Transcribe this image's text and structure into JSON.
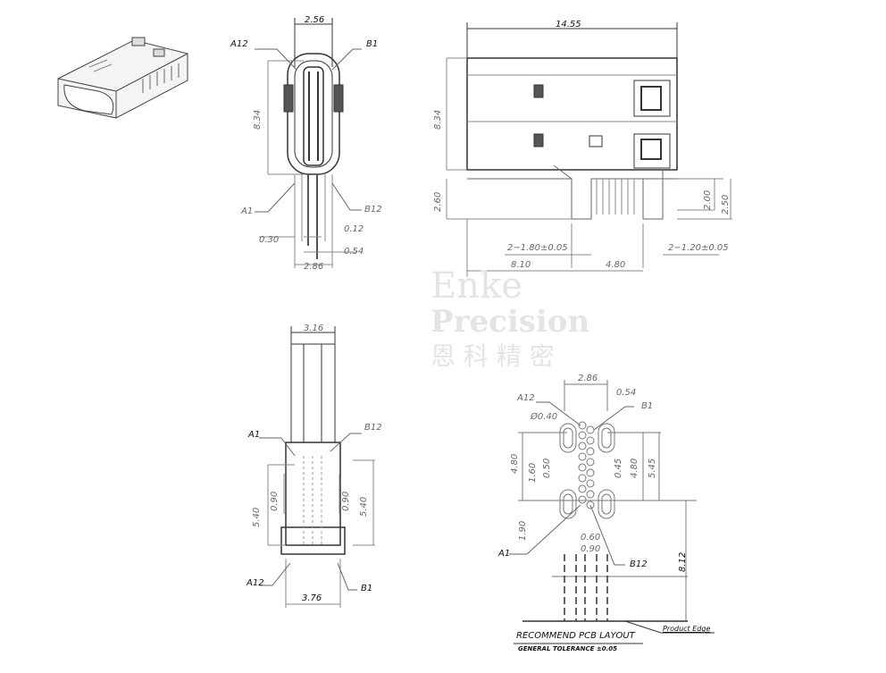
{
  "watermark": {
    "line1": "Enke",
    "line2": "Precision",
    "line3": "恩 科 精 密"
  },
  "side_view": {
    "width_top": "2.56",
    "label_a12": "A12",
    "label_b1": "B1",
    "height": "8.34",
    "label_a1": "A1",
    "label_b12": "B12",
    "dim_012": "0.12",
    "dim_030": "0.30",
    "dim_054": "0.54",
    "width_bottom": "2.86"
  },
  "top_view": {
    "length": "14.55",
    "height": "8.34",
    "pin_height": "2.60",
    "dim_200": "2.00",
    "dim_250": "2.50",
    "slot_left": "2−1.80±0.05",
    "slot_right": "2−1.20±0.05",
    "dim_810": "8.10",
    "dim_480": "4.80"
  },
  "front_view": {
    "width_top": "3.16",
    "label_a1": "A1",
    "label_b12": "B12",
    "pitch_left": "0.90",
    "height_left": "5.40",
    "pitch_right": "0.90",
    "height_right": "5.40",
    "label_a12": "A12",
    "width_bottom": "3.76",
    "label_b1": "B1"
  },
  "pcb_layout": {
    "width": "2.86",
    "label_a12": "A12",
    "dim_054": "0.54",
    "label_b1": "B1",
    "hole_dia": "Ø0.40",
    "dim_480_left": "4.80",
    "dim_160": "1.60",
    "dim_050": "0.50",
    "dim_045": "0.45",
    "dim_480_right": "4.80",
    "dim_545": "5.45",
    "dim_190": "1.90",
    "dim_060": "0.60",
    "dim_090": "0.90",
    "label_a1": "A1",
    "label_b12": "B12",
    "dim_812": "8.12",
    "product_edge": "Product Edge",
    "title": "RECOMMEND PCB LAYOUT",
    "tolerance": "GENERAL TOLERANCE ±0.05"
  }
}
